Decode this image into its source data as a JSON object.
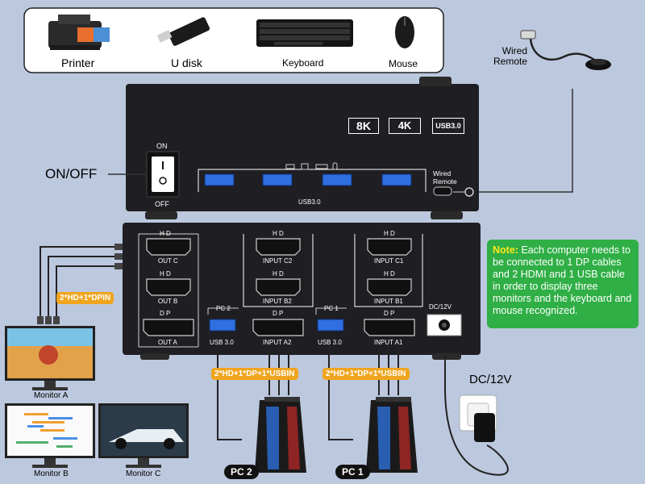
{
  "peripherals": {
    "printer": "Printer",
    "udisk": "U disk",
    "keyboard": "Keyboard",
    "mouse": "Mouse"
  },
  "wired_remote_label": "Wired\nRemote",
  "top_panel": {
    "badge_8k": "8K",
    "badge_4k": "4K",
    "badge_usb": "USB3.0",
    "switch_on": "ON",
    "switch_off": "OFF",
    "usb_label": "USB3.0",
    "wired_remote_port": "Wired\nRemote"
  },
  "on_off_label": "ON/OFF",
  "back_panel": {
    "hd": "H D",
    "dp": "D P",
    "out_c": "OUT C",
    "out_b": "OUT B",
    "out_a": "OUT A",
    "input_c2": "INPUT C2",
    "input_b2": "INPUT B2",
    "input_a2": "INPUT A2",
    "input_c1": "INPUT C1",
    "input_b1": "INPUT B1",
    "input_a1": "INPUT A1",
    "pc2": "PC 2",
    "pc1": "PC 1",
    "usb30": "USB 3.0",
    "dc12v": "DC/12V"
  },
  "pill_monitor": "2*HD+1*DPIN",
  "pill_pc2": "2*HD+1*DP+1*USBIN",
  "pill_pc1": "2*HD+1*DP+1*USBIN",
  "monitors": {
    "a": "Monitor A",
    "b": "Monitor B",
    "c": "Monitor C"
  },
  "pcs": {
    "pc2": "PC 2",
    "pc1": "PC 1"
  },
  "dc_label": "DC/12V",
  "note": {
    "prefix": "Note:",
    "text": "Each computer needs to be connected to 1 DP cables and 2 HDMI and 1 USB cable in order to display three monitors and the keyboard and mouse recognized."
  },
  "colors": {
    "background": "#bcc8de",
    "device": "#1f1f23",
    "usb_port": "#2f6fe0",
    "pill": "#f0a51e",
    "note_bg": "#2faf45",
    "note_highlight": "#ffe61a"
  }
}
